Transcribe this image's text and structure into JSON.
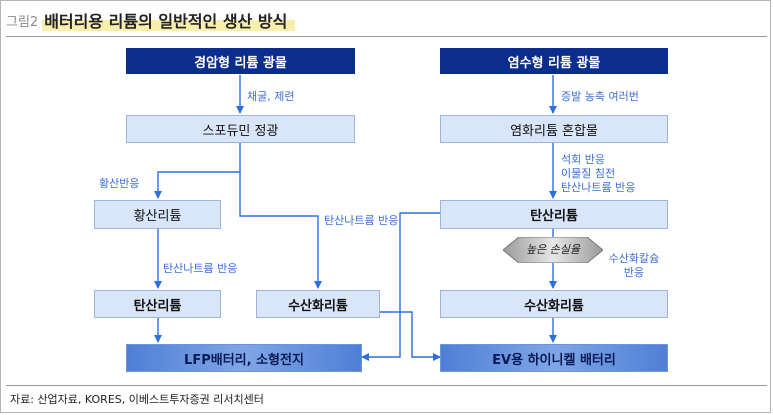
{
  "header": {
    "figure_no": "그림2",
    "title": "배터리용 리튬의 일반적인 생산 방식"
  },
  "nodes": {
    "spodumene_ore": "경암형 리튬 광물",
    "brine_ore": "염수형 리튬 광물",
    "spodumene_concentrate": "스포듀민 정광",
    "lithium_chloride_mix": "염화리튬 혼합물",
    "lithium_sulfate": "황산리튬",
    "lithium_carbonate_left": "탄산리튬",
    "lithium_hydroxide_mid": "수산화리튬",
    "lithium_carbonate_right": "탄산리튬",
    "lithium_hydroxide_right": "수산화리튬",
    "high_loss": "높은 손실율",
    "lfp_output": "LFP배터리, 소형전지",
    "ev_output": "EV용 하이니켈 배터리"
  },
  "edge_labels": {
    "mining_refining": "채굴, 제련",
    "evaporation_concentration": "증발 농축 여러번",
    "sulfation_reaction": "황산반응",
    "sodium_carbonate_mid": "탄산나트륨 반응",
    "sodium_carbonate_left": "탄산나트륨 반응",
    "brine_steps": [
      "석회 반응",
      "이물질 침전",
      "탄산나트륨 반응"
    ],
    "calcium_hydroxide_reaction": [
      "수산화칼슘",
      "반응"
    ]
  },
  "footer": {
    "source": "자료: 산업자료, KORES, 이베스트투자증권 리서치센터"
  },
  "colors": {
    "navy": "#0b2d8c",
    "light_box": "#d9e5f8",
    "arrow": "#2e6fe0",
    "label": "#3d6fd0",
    "highlight": "#f8efac"
  }
}
